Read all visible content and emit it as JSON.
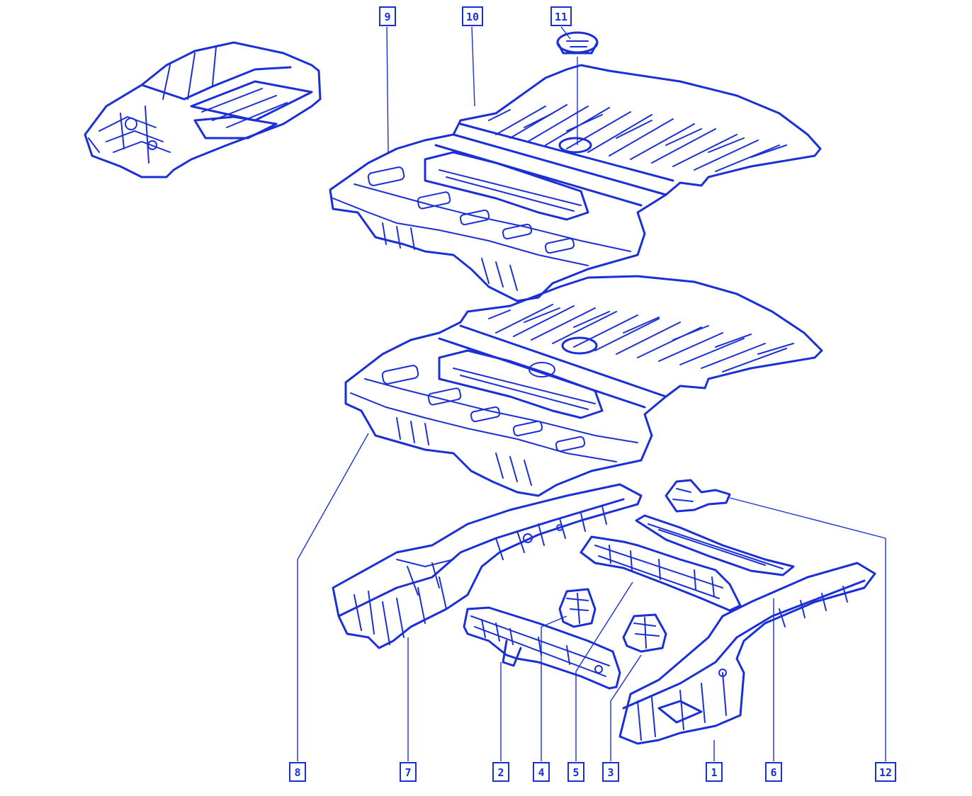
{
  "callouts": [
    {
      "id": "c1",
      "label": "1"
    },
    {
      "id": "c2",
      "label": "2"
    },
    {
      "id": "c3",
      "label": "3"
    },
    {
      "id": "c4",
      "label": "4"
    },
    {
      "id": "c5",
      "label": "5"
    },
    {
      "id": "c6",
      "label": "6"
    },
    {
      "id": "c7",
      "label": "7"
    },
    {
      "id": "c8",
      "label": "8"
    },
    {
      "id": "c9",
      "label": "9"
    },
    {
      "id": "c10",
      "label": "10"
    },
    {
      "id": "c11",
      "label": "11"
    },
    {
      "id": "c12",
      "label": "12"
    }
  ],
  "colors": {
    "line": "#1a2fd6",
    "background": "#ffffff"
  }
}
